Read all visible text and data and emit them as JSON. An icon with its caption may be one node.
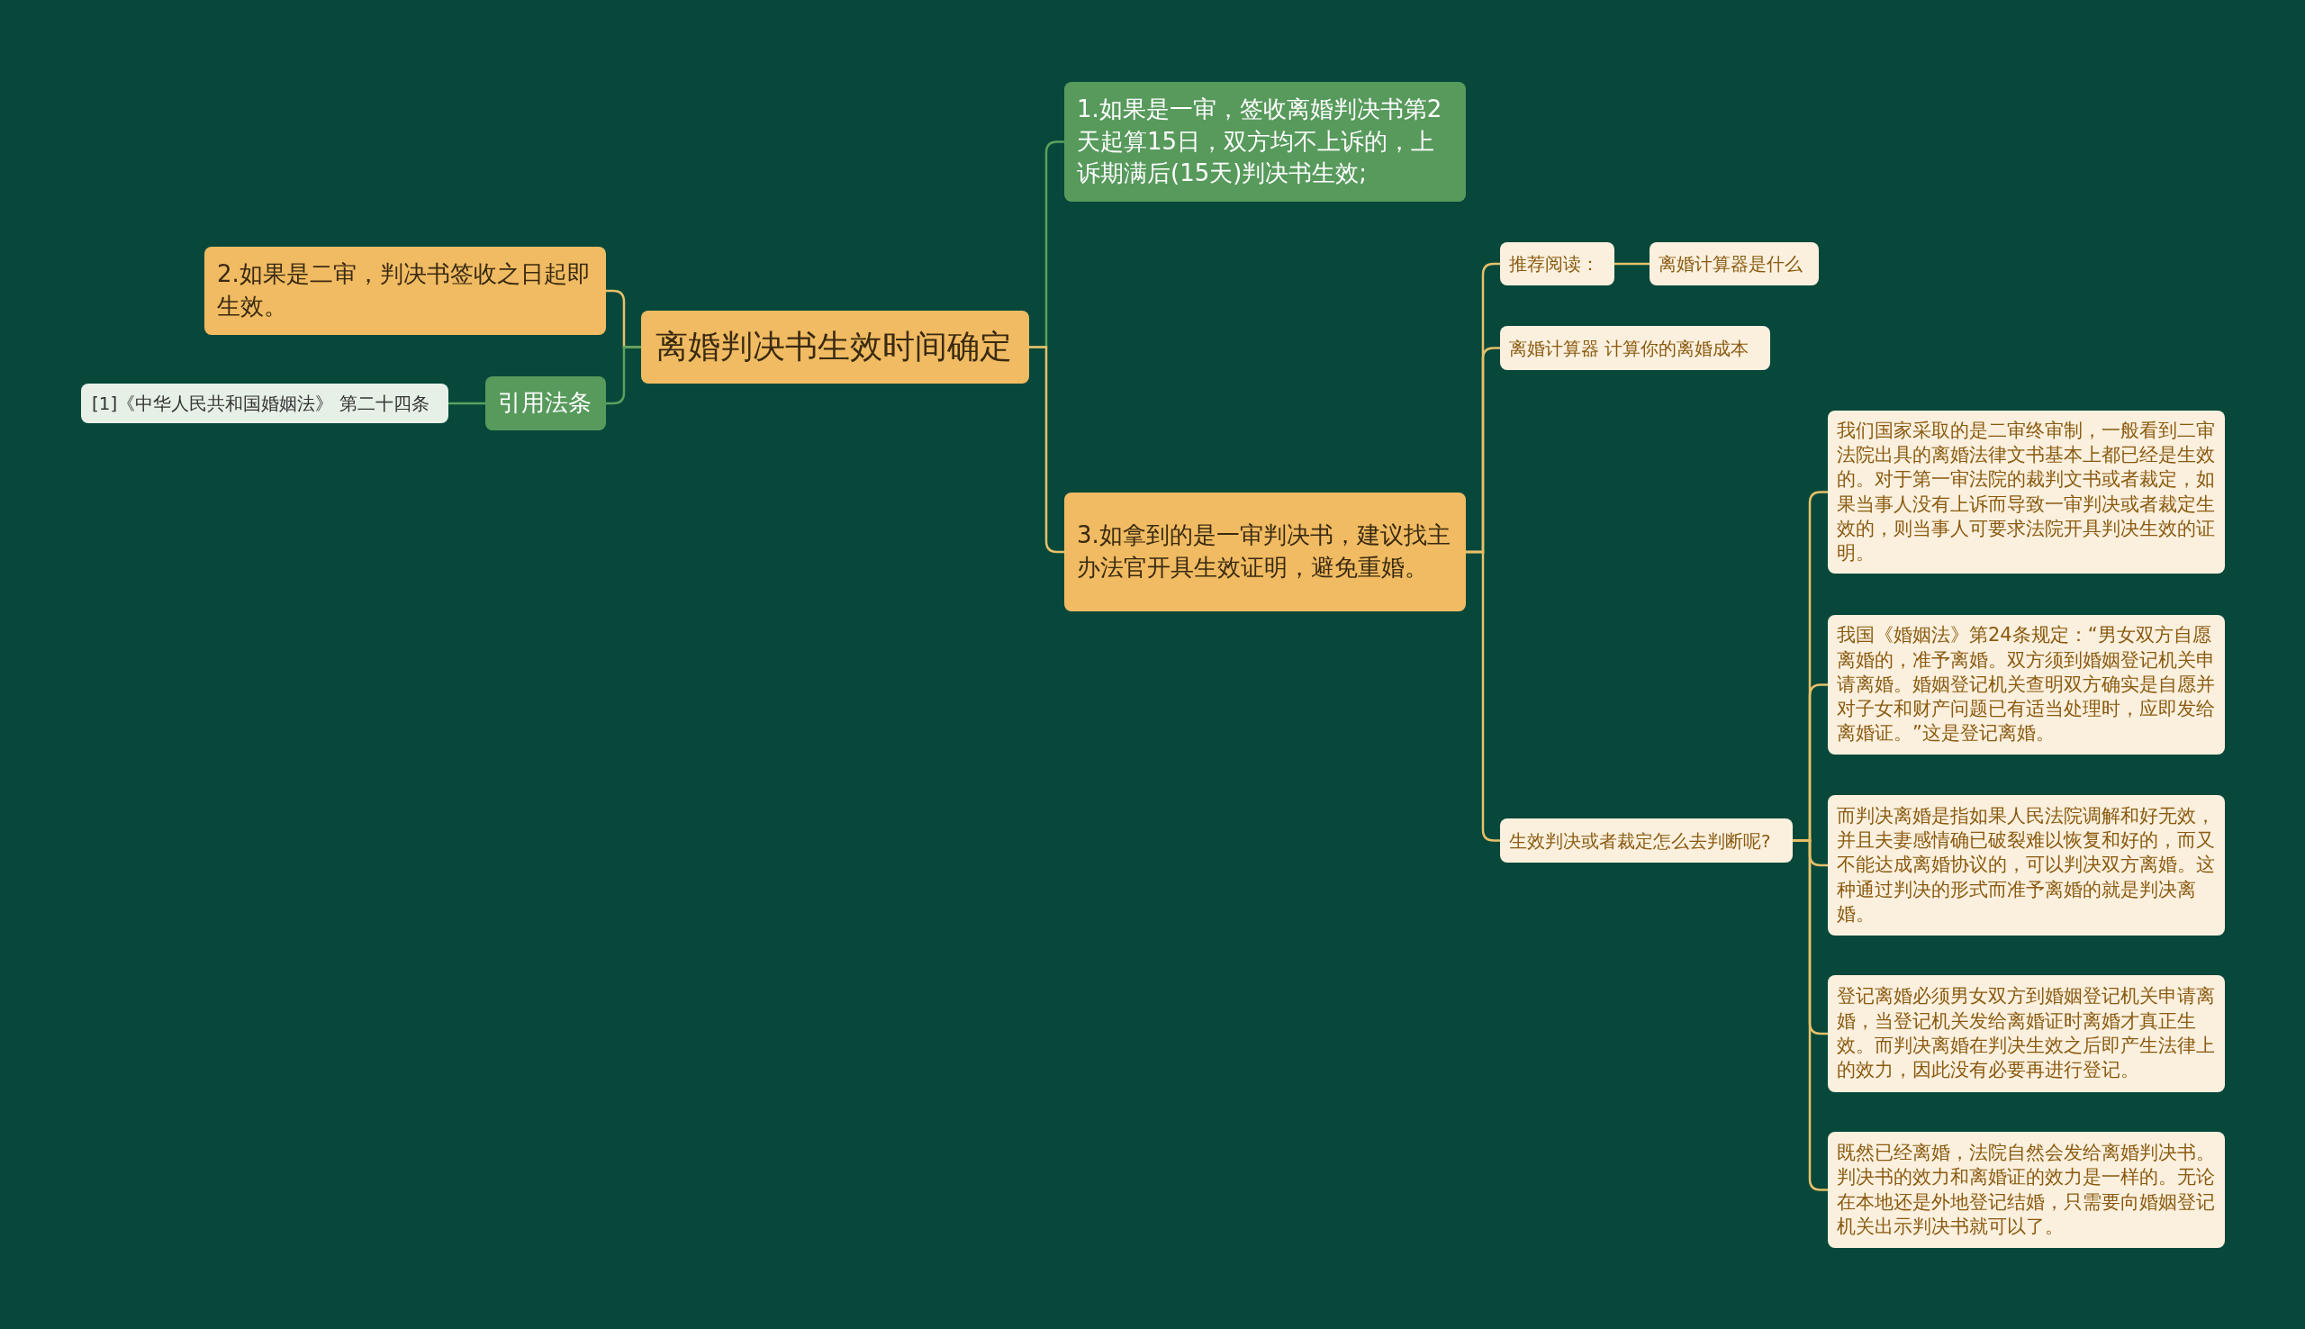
{
  "diagram": {
    "nodes": [
      {
        "text": [
          "离婚判决书生效时间确定"
        ]
      },
      {
        "text": [
          "1.如果是一审，签收离婚判决书第2天起算15日，双方均不上诉的，上诉期满后(15天)判决书生效;"
        ]
      },
      {
        "text": [
          "2.如果是二审，判决书签收之日起即生效。"
        ]
      },
      {
        "text": [
          "引用法条"
        ]
      },
      {
        "text": [
          "[1]《中华人民共和国婚姻法》 第二十四条"
        ]
      },
      {
        "text": [
          "3.如拿到的是一审判决书，建议找主办法官开具生效证明，避免重婚。"
        ]
      },
      {
        "text": [
          "推荐阅读："
        ]
      },
      {
        "text": [
          "离婚计算器是什么"
        ]
      },
      {
        "text": [
          "离婚计算器 计算你的离婚成本"
        ]
      },
      {
        "text": [
          "生效判决或者裁定怎么去判断呢?"
        ]
      },
      {
        "text": [
          "我们国家采取的是二审终审制，一般看到二审法院出具的离婚法律文书基本上都已经是生效的。对于第一审法院的裁判文书或者裁定，如果当事人没有上诉而导致一审判决或者裁定生效的，则当事人可要求法院开具判决生效的证明。"
        ]
      },
      {
        "text": [
          "我国《婚姻法》第24条规定：“男女双方自愿离婚的，准予离婚。双方须到婚姻登记机关申请离婚。婚姻登记机关查明双方确实是自愿并对子女和财产问题已有适当处理时，应即发给离婚证。”这是登记离婚。"
        ]
      },
      {
        "text": [
          "而判决离婚是指如果人民法院调解和好无效，并且夫妻感情确已破裂难以恢复和好的，而又不能达成离婚协议的，可以判决双方离婚。这种通过判决的形式而准予离婚的就是判决离婚。"
        ]
      },
      {
        "text": [
          "登记离婚必须男女双方到婚姻登记机关申请离婚，当登记机关发给离婚证时离婚才真正生效。而判决离婚在判决生效之后即产生法律上的效力，因此没有必要再进行登记。"
        ]
      },
      {
        "text": [
          "既然已经离婚，法院自然会发给离婚判决书。判决书的效力和离婚证的效力是一样的。无论在本地还是外地登记结婚，只需要向婚姻登记机关出示判决书就可以了。"
        ]
      }
    ],
    "edges": [
      {
        "from": 0,
        "to": 1,
        "arrow": "none",
        "color": "#5aa05e"
      },
      {
        "from": 0,
        "to": 5,
        "arrow": "none"
      },
      {
        "from": 0,
        "to": 2,
        "arrow": "none"
      },
      {
        "from": 0,
        "to": 3,
        "arrow": "none",
        "color": "#5aa05e"
      },
      {
        "from": 3,
        "to": 4,
        "arrow": "none",
        "color": "#5aa05e"
      },
      {
        "from": 5,
        "to": 6,
        "arrow": "none"
      },
      {
        "from": 6,
        "to": 7,
        "arrow": "none"
      },
      {
        "from": 5,
        "to": 8,
        "arrow": "none"
      },
      {
        "from": 5,
        "to": 9,
        "arrow": "none"
      },
      {
        "from": 9,
        "to": 10,
        "arrow": "none"
      },
      {
        "from": 9,
        "to": 11,
        "arrow": "none"
      },
      {
        "from": 9,
        "to": 12,
        "arrow": "none"
      },
      {
        "from": 9,
        "to": 13,
        "arrow": "none"
      },
      {
        "from": 9,
        "to": 14,
        "arrow": "none"
      }
    ]
  }
}
